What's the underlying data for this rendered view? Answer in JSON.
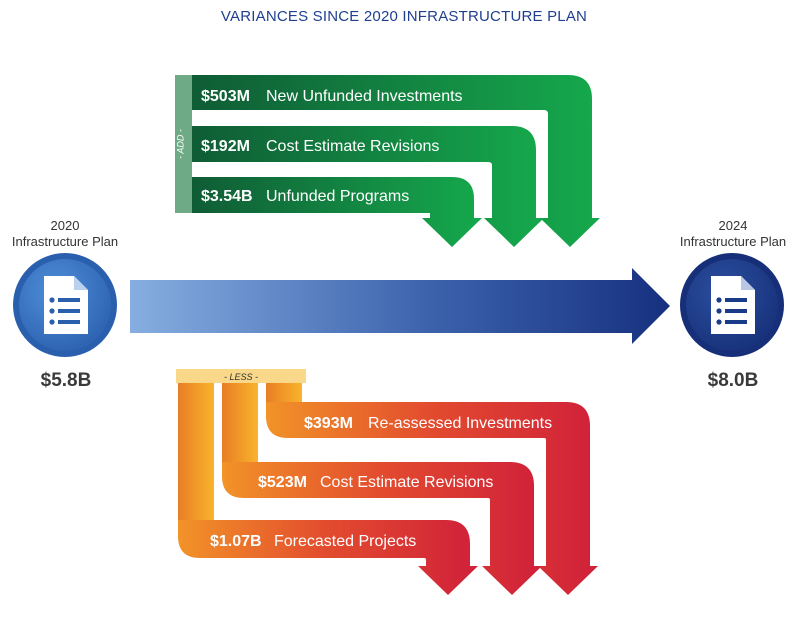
{
  "title": "VARIANCES SINCE 2020 INFRASTRUCTURE PLAN",
  "start_plan": {
    "year": "2020",
    "label": "Infrastructure Plan",
    "amount": "$5.8B",
    "icon": "document-list-icon"
  },
  "end_plan": {
    "year": "2024",
    "label": "Infrastructure Plan",
    "amount": "$8.0B",
    "icon": "document-list-icon"
  },
  "add_group": {
    "tag": "- ADD -",
    "items": [
      {
        "amount": "$503M",
        "label": "New Unfunded Investments"
      },
      {
        "amount": "$192M",
        "label": "Cost Estimate Revisions"
      },
      {
        "amount": "$3.54B",
        "label": "Unfunded Programs"
      }
    ]
  },
  "less_group": {
    "tag": "- LESS -",
    "items": [
      {
        "amount": "$393M",
        "label": "Re-assessed Investments"
      },
      {
        "amount": "$523M",
        "label": "Cost Estimate Revisions"
      },
      {
        "amount": "$1.07B",
        "label": "Forecasted Projects"
      }
    ]
  },
  "colors": {
    "title": "#1f3f8f",
    "main_arrow_start": "#86aee0",
    "main_arrow_end": "#16307f",
    "add_dark": "#0f5c35",
    "add_bright": "#14b04c",
    "add_tab": "#6faa86",
    "less_orange": "#f4a22a",
    "less_red": "#d0203a",
    "less_tab": "#f9d88a",
    "circle_light": "#3c7cc8",
    "circle_dark": "#1a3a8a"
  }
}
